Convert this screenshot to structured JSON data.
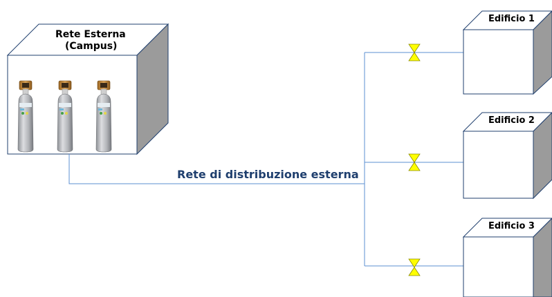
{
  "source": {
    "title_line1": "Rete Esterna",
    "title_line2": "(Campus)"
  },
  "network_label": "Rete di distribuzione esterna",
  "buildings": [
    {
      "label": "Edificio 1"
    },
    {
      "label": "Edificio 2"
    },
    {
      "label": "Edificio 3"
    }
  ],
  "colors": {
    "pipe": "#5b8fd2",
    "box_edge": "#1f3f6e",
    "side_face": "#9b9b9b",
    "valve_fill": "#ffff00",
    "valve_edge": "#8a8a00",
    "label_text": "#1f3f6e",
    "cylinder_body": "#b7b9bd",
    "cylinder_cap": "#c88b3a"
  },
  "icons": {
    "valve": "valve-icon",
    "cylinder": "gas-cylinder-icon"
  }
}
